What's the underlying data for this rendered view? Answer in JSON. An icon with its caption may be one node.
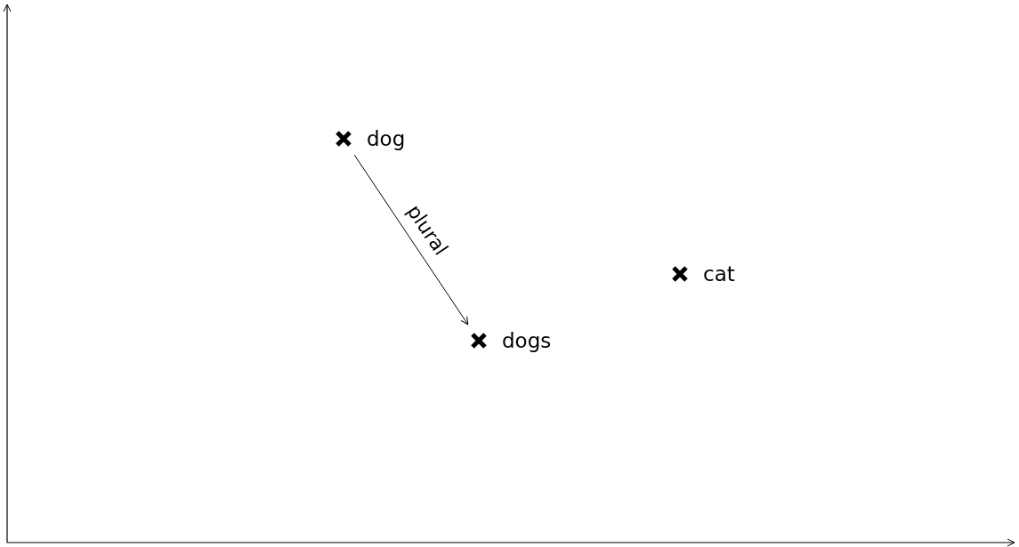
{
  "diagram": {
    "nodes": [
      {
        "text": [
          "dog"
        ]
      },
      {
        "text": [
          "dogs"
        ]
      },
      {
        "text": [
          "cat"
        ]
      }
    ],
    "edges": [
      {
        "from": 0,
        "to": 1,
        "arrow": "to",
        "label": "plural"
      }
    ]
  }
}
